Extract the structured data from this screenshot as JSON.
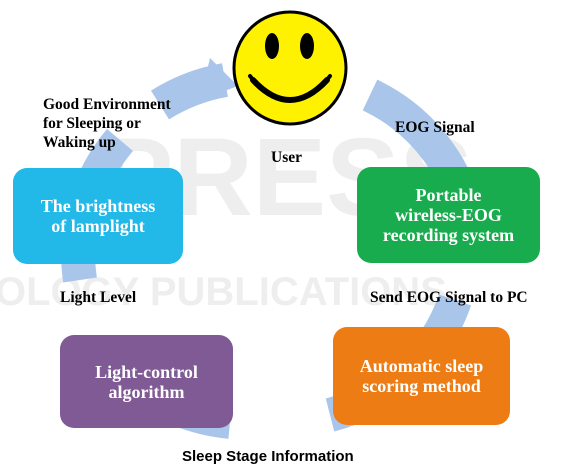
{
  "watermark": {
    "line1": "PRESS",
    "line2": "OLOGY PUBLICATIONS"
  },
  "user": {
    "label": "User"
  },
  "boxes": {
    "portable": {
      "line1": "Portable",
      "line2": "wireless-EOG",
      "line3": "recording system",
      "color": "#18ac4e"
    },
    "scoring": {
      "line1": "Automatic sleep",
      "line2": "scoring method",
      "color": "#ec7c13"
    },
    "algorithm": {
      "line1": "Light-control",
      "line2": "algorithm",
      "color": "#7f5a95"
    },
    "brightness": {
      "line1": "The brightness",
      "line2": "of lamplight",
      "color": "#22b8e8"
    }
  },
  "arrows": {
    "eog_signal": "EOG Signal",
    "send_eog": "Send EOG Signal to PC",
    "sleep_stage": "Sleep Stage Information",
    "light_level": "Light Level",
    "good_env": {
      "line1": "Good Environment",
      "line2": "for Sleeping or",
      "line3": "Waking up"
    }
  },
  "colors": {
    "cycle": "#a9c6ea",
    "smiley": "#fff200"
  }
}
